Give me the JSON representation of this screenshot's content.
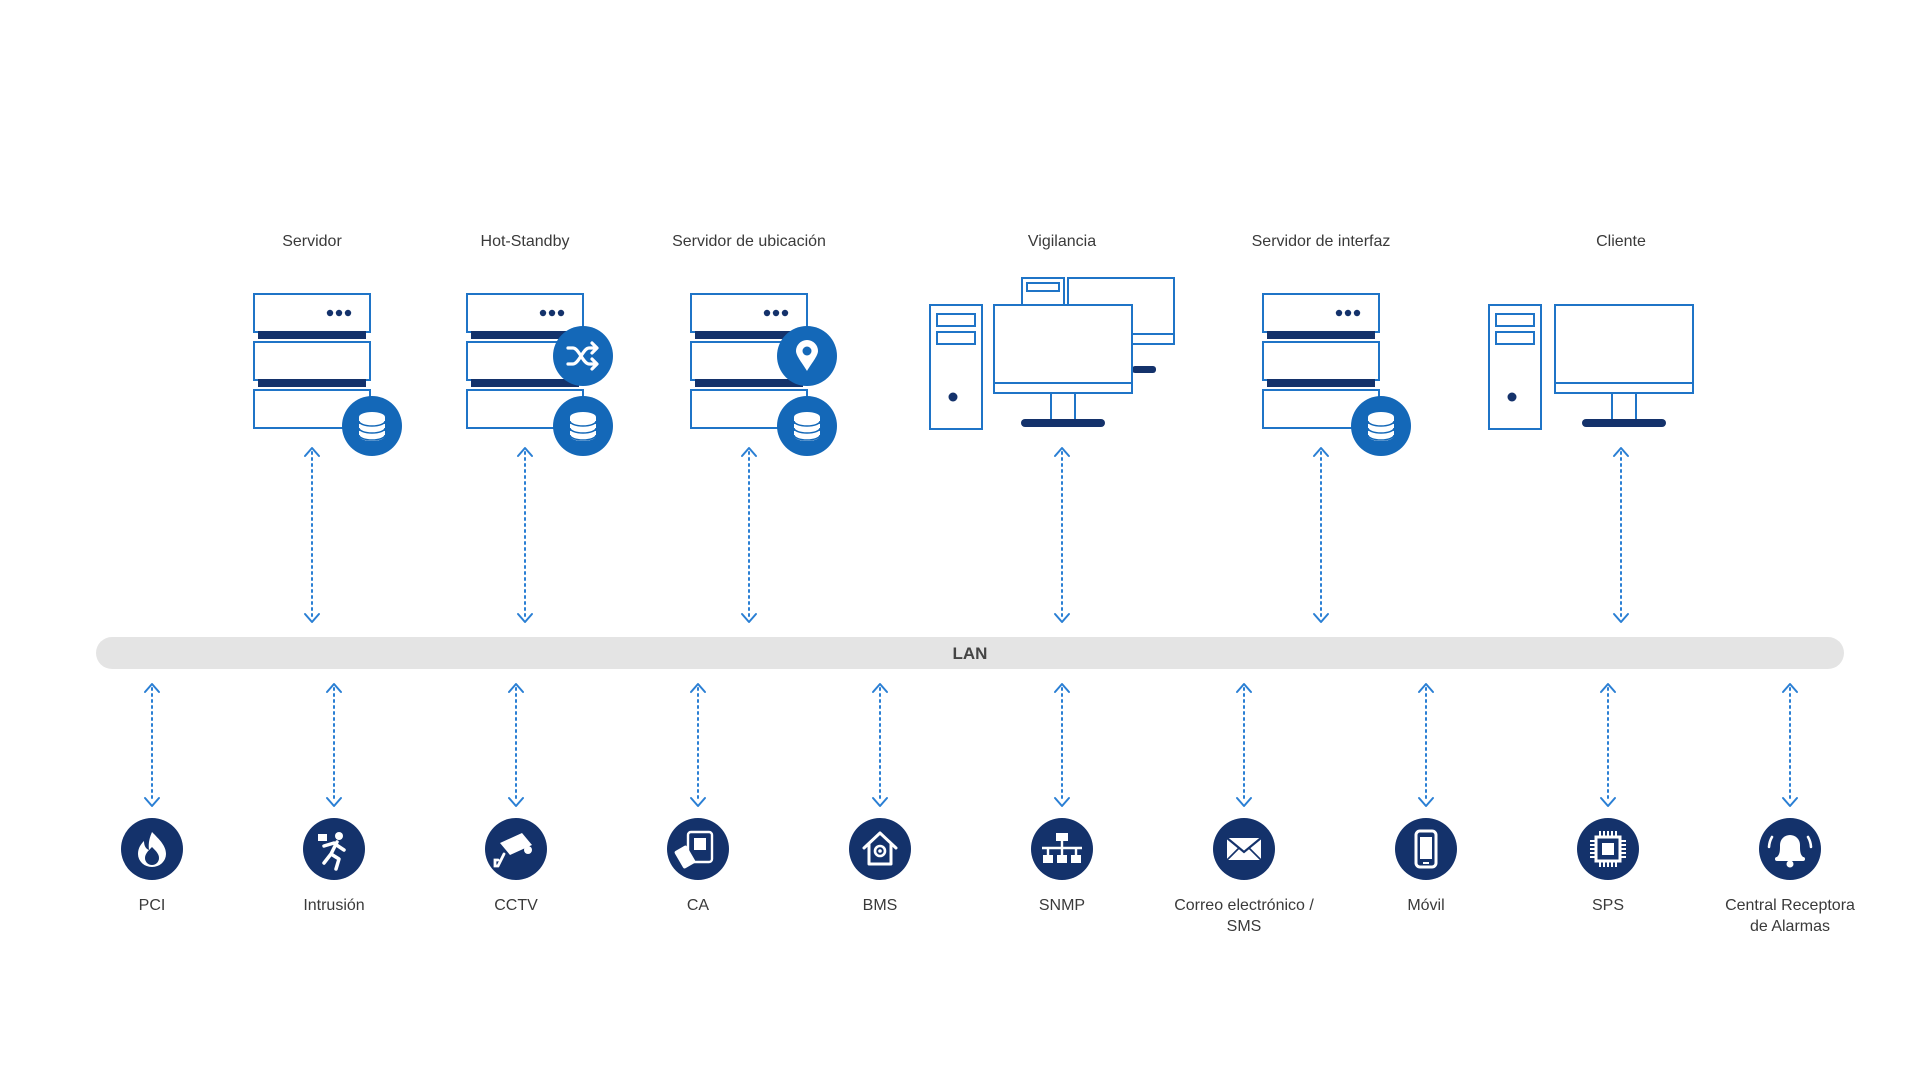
{
  "lan_label": "LAN",
  "colors": {
    "outline": "#1f74c7",
    "navy": "#14326b",
    "badge": "#1468b8",
    "arrow": "#2a7fd4",
    "lan_bar": "#e4e4e4",
    "text": "#3a3a3a"
  },
  "top_nodes": [
    {
      "label": "Servidor",
      "kind": "server",
      "badges": [
        "database-icon"
      ]
    },
    {
      "label": "Hot-Standby",
      "kind": "server",
      "badges": [
        "shuffle-icon",
        "database-icon"
      ]
    },
    {
      "label": "Servidor de ubicación",
      "kind": "server",
      "badges": [
        "location-pin-icon",
        "database-icon"
      ]
    },
    {
      "label": "Vigilancia",
      "kind": "workstation-dual",
      "badges": []
    },
    {
      "label": "Servidor de interfaz",
      "kind": "server",
      "badges": [
        "database-icon"
      ]
    },
    {
      "label": "Cliente",
      "kind": "workstation",
      "badges": []
    }
  ],
  "bottom_nodes": [
    {
      "label": "PCI",
      "icon": "fire-icon"
    },
    {
      "label": "Intrusión",
      "icon": "running-person-icon"
    },
    {
      "label": "CCTV",
      "icon": "camera-icon"
    },
    {
      "label": "CA",
      "icon": "card-reader-icon"
    },
    {
      "label": "BMS",
      "icon": "smart-home-icon"
    },
    {
      "label": "SNMP",
      "icon": "network-icon"
    },
    {
      "label": "Correo electrónico / SMS",
      "icon": "envelope-icon"
    },
    {
      "label": "Móvil",
      "icon": "mobile-phone-icon"
    },
    {
      "label": "SPS",
      "icon": "chip-icon"
    },
    {
      "label": "Central Receptora de Alarmas",
      "icon": "alarm-bell-icon"
    }
  ]
}
